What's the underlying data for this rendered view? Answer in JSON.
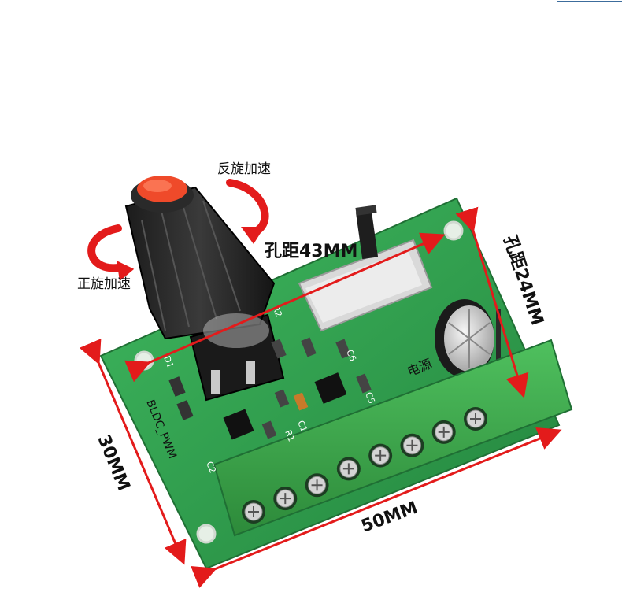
{
  "annotations": {
    "reverse_accel": "反旋加速",
    "forward_accel": "正旋加速",
    "hole_spacing_h": "孔距43MM",
    "hole_spacing_v": "孔距24MM",
    "width_dim": "50MM",
    "height_dim": "30MM"
  },
  "board": {
    "silkscreen_name": "BLDC_PWM",
    "cap_label": "电源",
    "component_labels": [
      "C6",
      "C5",
      "C1",
      "R1",
      "C2",
      "R2",
      "D1"
    ]
  },
  "colors": {
    "pcb_green": "#2e9e4c",
    "arrow_red": "#e31b1b",
    "knob_cap": "#ef4a2a",
    "terminal_green": "#3fae4f"
  },
  "terminal_screws": 8
}
